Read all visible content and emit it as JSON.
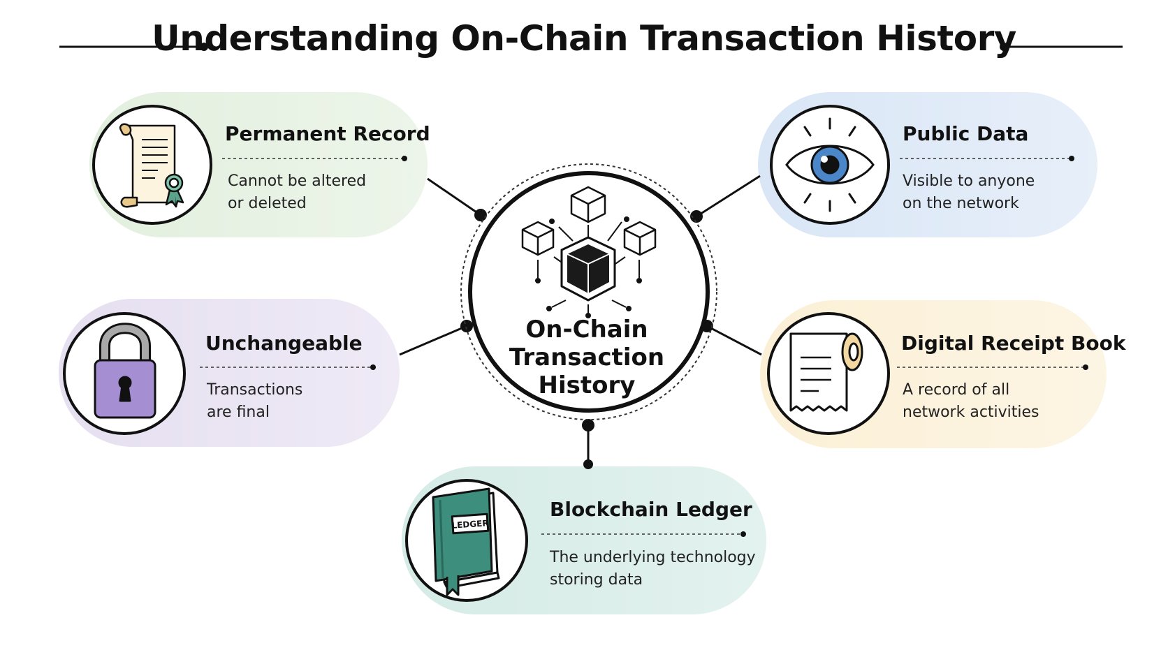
{
  "title": "Understanding On-Chain Transaction History",
  "hub": {
    "lines": [
      "On-Chain",
      "Transaction",
      "History"
    ]
  },
  "cards": {
    "permanent_record": {
      "title": "Permanent Record",
      "desc": [
        "Cannot be altered",
        "or deleted"
      ],
      "icon": "scroll-certificate-icon",
      "color": "#e2efde"
    },
    "public_data": {
      "title": "Public Data",
      "desc": [
        "Visible to anyone",
        "on the network"
      ],
      "icon": "eye-icon",
      "color": "#d9e6f6"
    },
    "unchangeable": {
      "title": "Unchangeable",
      "desc": [
        "Transactions",
        "are final"
      ],
      "icon": "padlock-icon",
      "color": "#e5dff0"
    },
    "digital_receipt_book": {
      "title": "Digital Receipt Book",
      "desc": [
        "A record of all",
        "network activities"
      ],
      "icon": "receipt-roll-icon",
      "color": "#fbf0d6"
    },
    "blockchain_ledger": {
      "title": "Blockchain Ledger",
      "desc": [
        "The underlying technology",
        "storing data"
      ],
      "icon": "ledger-book-icon",
      "book_label": "LEDGER",
      "color": "#d5ebe6"
    }
  }
}
